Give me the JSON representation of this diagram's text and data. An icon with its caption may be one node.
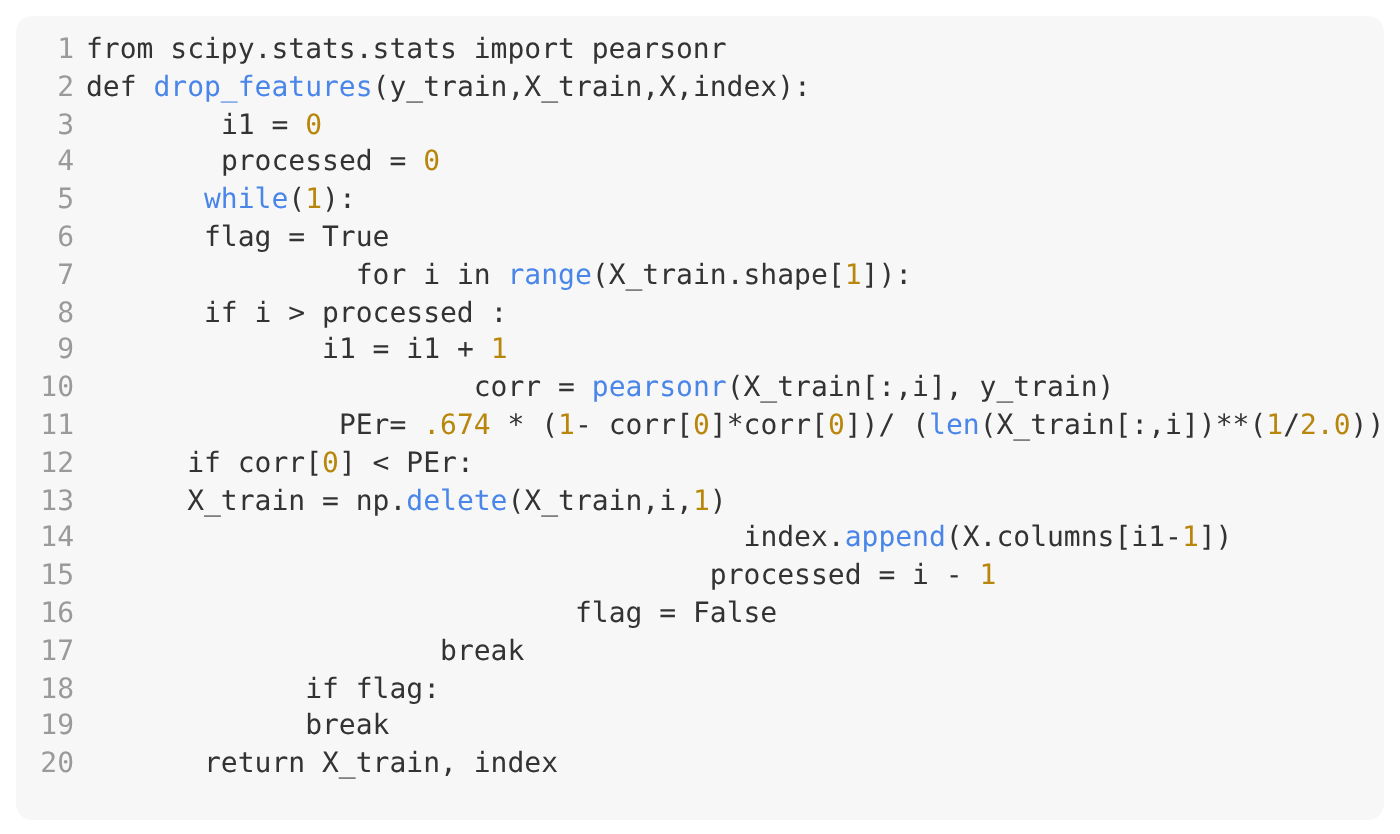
{
  "diagram": {
    "labels": [
      "1",
      "from scipy.stats.stats import pearsonr",
      "2",
      "def drop_features(y_train,X_train,X,index):",
      "3",
      "i1 = 0",
      "4",
      "processed = 0",
      "5",
      "while(1):",
      "6",
      "flag = True",
      "7",
      "for i in range(X_train.shape[1]):",
      "8",
      "if i > processed :",
      "9",
      "i1 = i1 + 1",
      "10",
      "corr = pearsonr(X_train[:,i], y_train)",
      "11",
      "PEr= .674 * (1- corr[0]*corr[0])/ (len(X_train[:,i])**(1/2.0))",
      "12",
      "if corr[0] < PEr:",
      "13",
      "X_train = np.delete(X_train,i,1)",
      "14",
      "index.append(X.columns[i1-1])",
      "15",
      "processed = i - 1",
      "16",
      "flag = False",
      "17",
      "break",
      "18",
      "if flag:",
      "19",
      "break",
      "20",
      "return X_train, index"
    ]
  }
}
